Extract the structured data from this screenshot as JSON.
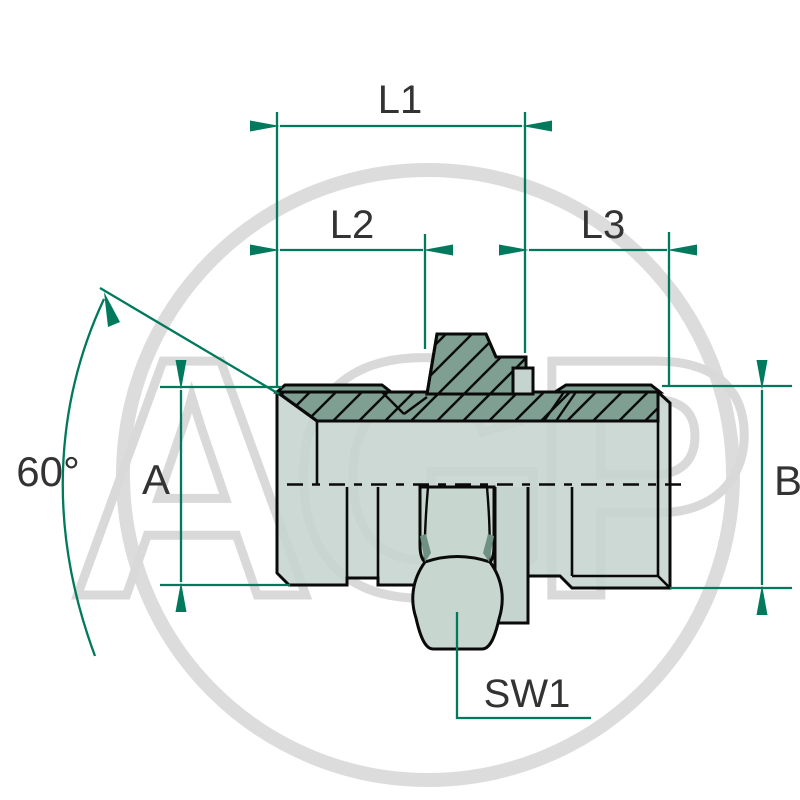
{
  "diagram": {
    "type": "technical-drawing",
    "subject": "hydraulic male-male threaded adapter, half-section view",
    "labels": {
      "l1": "L1",
      "l2": "L2",
      "l3": "L3",
      "a": "A",
      "b": "B",
      "sw1": "SW1",
      "angle": "60°"
    },
    "watermark_text": "AGP",
    "colors": {
      "dimension_green": "#00795C",
      "body_fill": "#C5D4CE",
      "section_fill": "#7E9F92",
      "edge_face_fill": "#6E9184",
      "outline_black": "#0A0A0A",
      "watermark_gray": "#D9D9D9",
      "label_text": "#333333",
      "background": "#FFFFFF"
    }
  }
}
